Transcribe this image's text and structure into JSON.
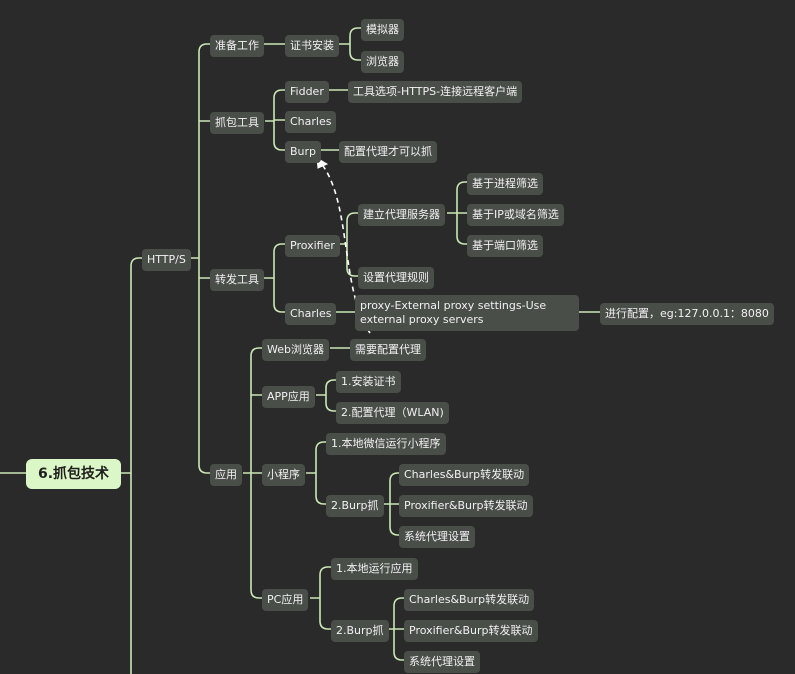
{
  "nodes": {
    "root": "6.抓包技术",
    "https": "HTTP/S",
    "prep": "准备工作",
    "cert": "证书安装",
    "emulator": "模拟器",
    "browser": "浏览器",
    "capture": "抓包工具",
    "fiddler": "Fidder",
    "fiddler_note": "工具选项-HTTPS-连接远程客户端",
    "charles1": "Charles",
    "burp": "Burp",
    "burp_note": "配置代理才可以抓",
    "forward": "转发工具",
    "proxifier": "Proxifier",
    "proxy_server": "建立代理服务器",
    "by_process": "基于进程筛选",
    "by_ip": "基于IP或域名筛选",
    "by_port": "基于端口筛选",
    "proxy_rules": "设置代理规则",
    "charles2": "Charles",
    "charles2_note": "proxy-External proxy settings-Use external proxy servers",
    "charles2_config": "进行配置，eg:127.0.0.1：8080",
    "app": "应用",
    "web": "Web浏览器",
    "web_note": "需要配置代理",
    "app_apply": "APP应用",
    "install_cert": "1.安装证书",
    "config_proxy": "2.配置代理（WLAN)",
    "mini": "小程序",
    "mini_local": "1.本地微信运行小程序",
    "mini_burp": "2.Burp抓",
    "mini_cb": "Charles&Burp转发联动",
    "mini_pb": "Proxifier&Burp转发联动",
    "mini_sys": "系统代理设置",
    "pc": "PC应用",
    "pc_local": "1.本地运行应用",
    "pc_burp": "2.Burp抓",
    "pc_cb": "Charles&Burp转发联动",
    "pc_pb": "Proxifier&Burp转发联动",
    "pc_sys": "系统代理设置"
  },
  "colors": {
    "background": "#2a2a2a",
    "node_fill": "#494e49",
    "node_text": "#f1f1f1",
    "root_fill": "#dcf7c7",
    "connector": "#c9e8b4",
    "dashed_arrow": "#ffffff"
  }
}
